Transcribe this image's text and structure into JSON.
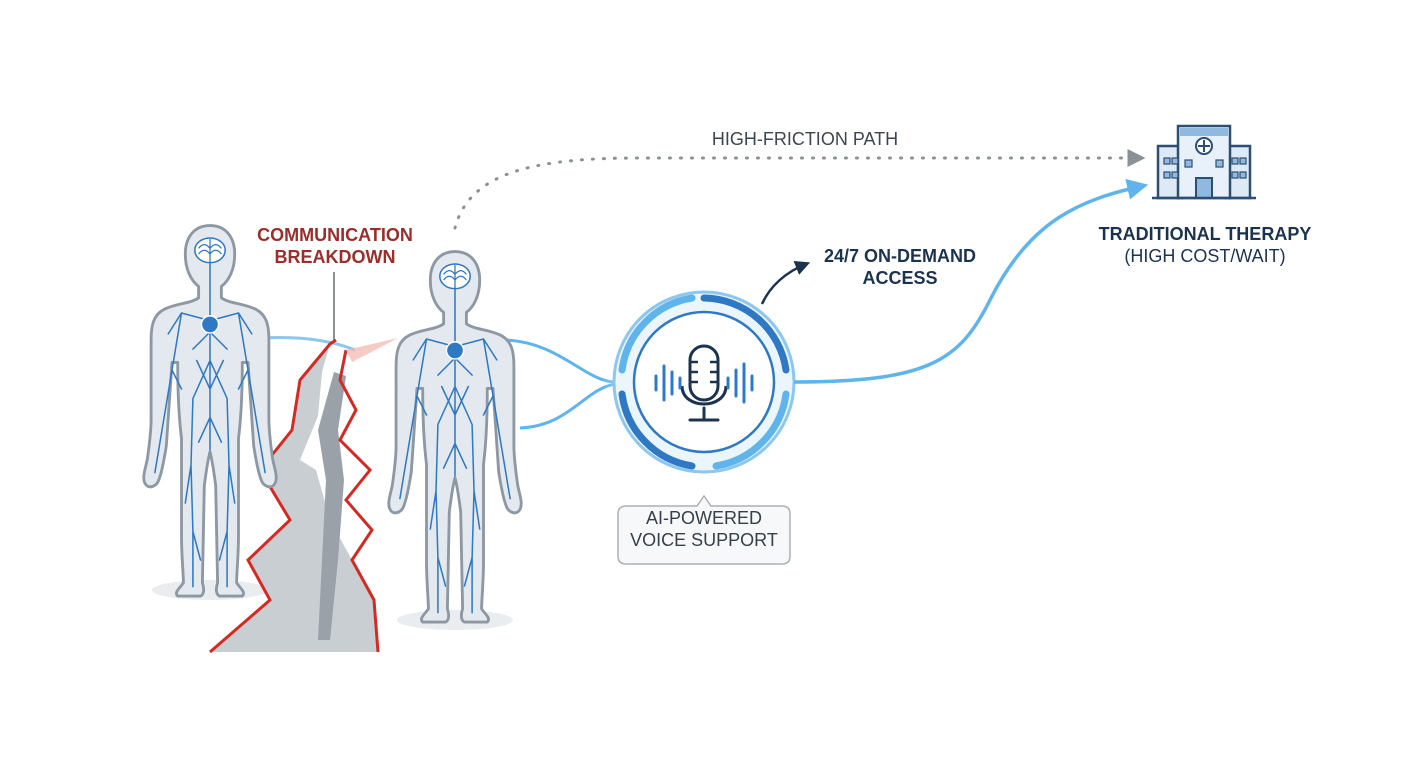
{
  "labels": {
    "breakdown": [
      "COMMUNICATION",
      "BREAKDOWN"
    ],
    "friction": "HIGH-FRICTION PATH",
    "access": [
      "24/7 ON-DEMAND",
      "ACCESS"
    ],
    "therapy": [
      "TRADITIONAL THERAPY",
      "(HIGH COST/WAIT)"
    ],
    "voice": [
      "AI-POWERED",
      "VOICE SUPPORT"
    ]
  },
  "icons": {
    "person_left": "human-nervous-system-icon",
    "person_right": "human-nervous-system-icon",
    "ai_voice": "microphone-icon",
    "therapy": "hospital-icon",
    "breakdown": "crack-icon"
  },
  "colors": {
    "crack_red": "#d42a22",
    "breakdown_text": "#9b2d2a",
    "nerve_blue": "#2f78c4",
    "glow_blue": "#5fb4ec",
    "navy_text": "#1c3350",
    "gray_path": "#8a9196"
  }
}
